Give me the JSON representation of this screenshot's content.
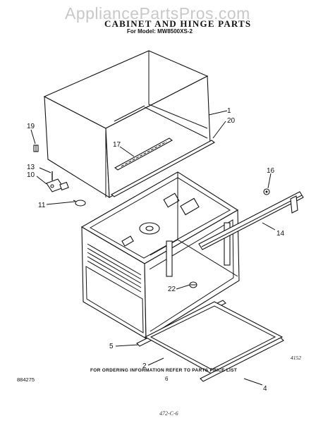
{
  "watermark": "AppliancePartsPros.com",
  "header": {
    "title": "CABINET AND HINGE PARTS",
    "model": "For Model: MW8500XS-2"
  },
  "diagram": {
    "callouts": [
      {
        "id": "c1",
        "label": "1"
      },
      {
        "id": "c20",
        "label": "20"
      },
      {
        "id": "c19",
        "label": "19"
      },
      {
        "id": "c17",
        "label": "17"
      },
      {
        "id": "c13",
        "label": "13"
      },
      {
        "id": "c10",
        "label": "10"
      },
      {
        "id": "c11",
        "label": "11"
      },
      {
        "id": "c16",
        "label": "16"
      },
      {
        "id": "c14",
        "label": "14"
      },
      {
        "id": "c22",
        "label": "22"
      },
      {
        "id": "c5",
        "label": "5"
      },
      {
        "id": "c2",
        "label": "2"
      },
      {
        "id": "c4",
        "label": "4"
      }
    ],
    "reference_number": "4152"
  },
  "footer": {
    "note": "FOR ORDERING INFORMATION REFER TO PARTS PRICE LIST",
    "doc_id": "884275",
    "page": "6",
    "handwritten": "472-C-6"
  }
}
